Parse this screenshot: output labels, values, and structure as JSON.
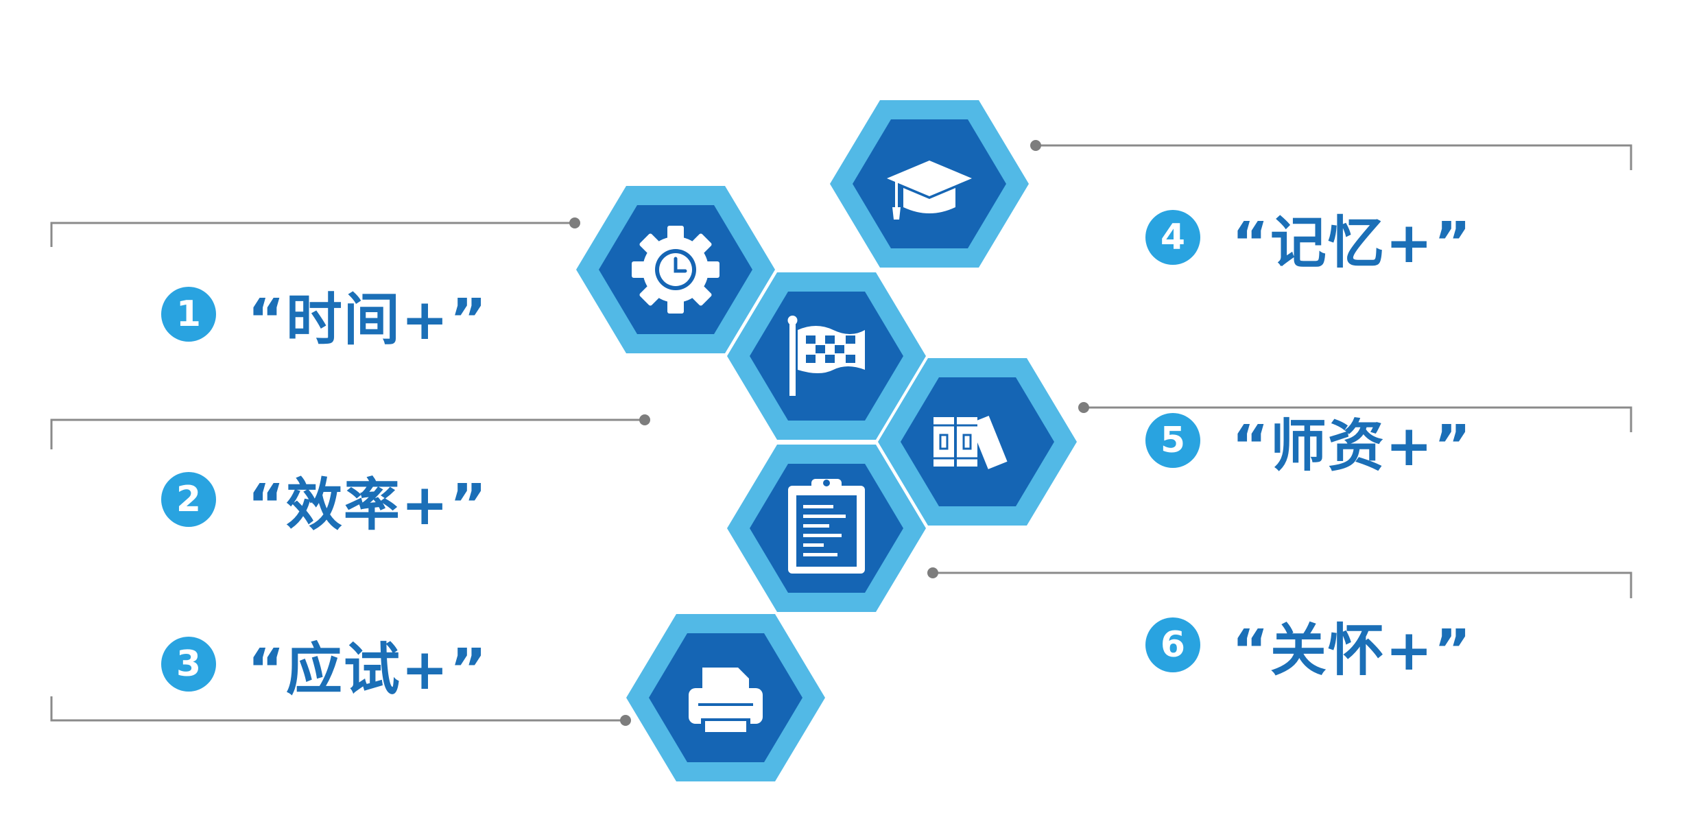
{
  "colors": {
    "hex_outer": "#52b9e6",
    "hex_inner": "#1565b4",
    "text_blue": "#1b6fb7",
    "number_circle": "#29a3e0",
    "connector_line": "#8a8a8a"
  },
  "items": [
    {
      "number": "1",
      "label": "“时间+”",
      "icon": "gear-clock-icon"
    },
    {
      "number": "2",
      "label": "“效率+”",
      "icon": "flag-icon"
    },
    {
      "number": "3",
      "label": "“应试+”",
      "icon": "printer-icon"
    },
    {
      "number": "4",
      "label": "“记忆+”",
      "icon": "graduation-cap-icon"
    },
    {
      "number": "5",
      "label": "“师资+”",
      "icon": "books-icon"
    },
    {
      "number": "6",
      "label": "“关怀+”",
      "icon": "clipboard-icon"
    }
  ]
}
